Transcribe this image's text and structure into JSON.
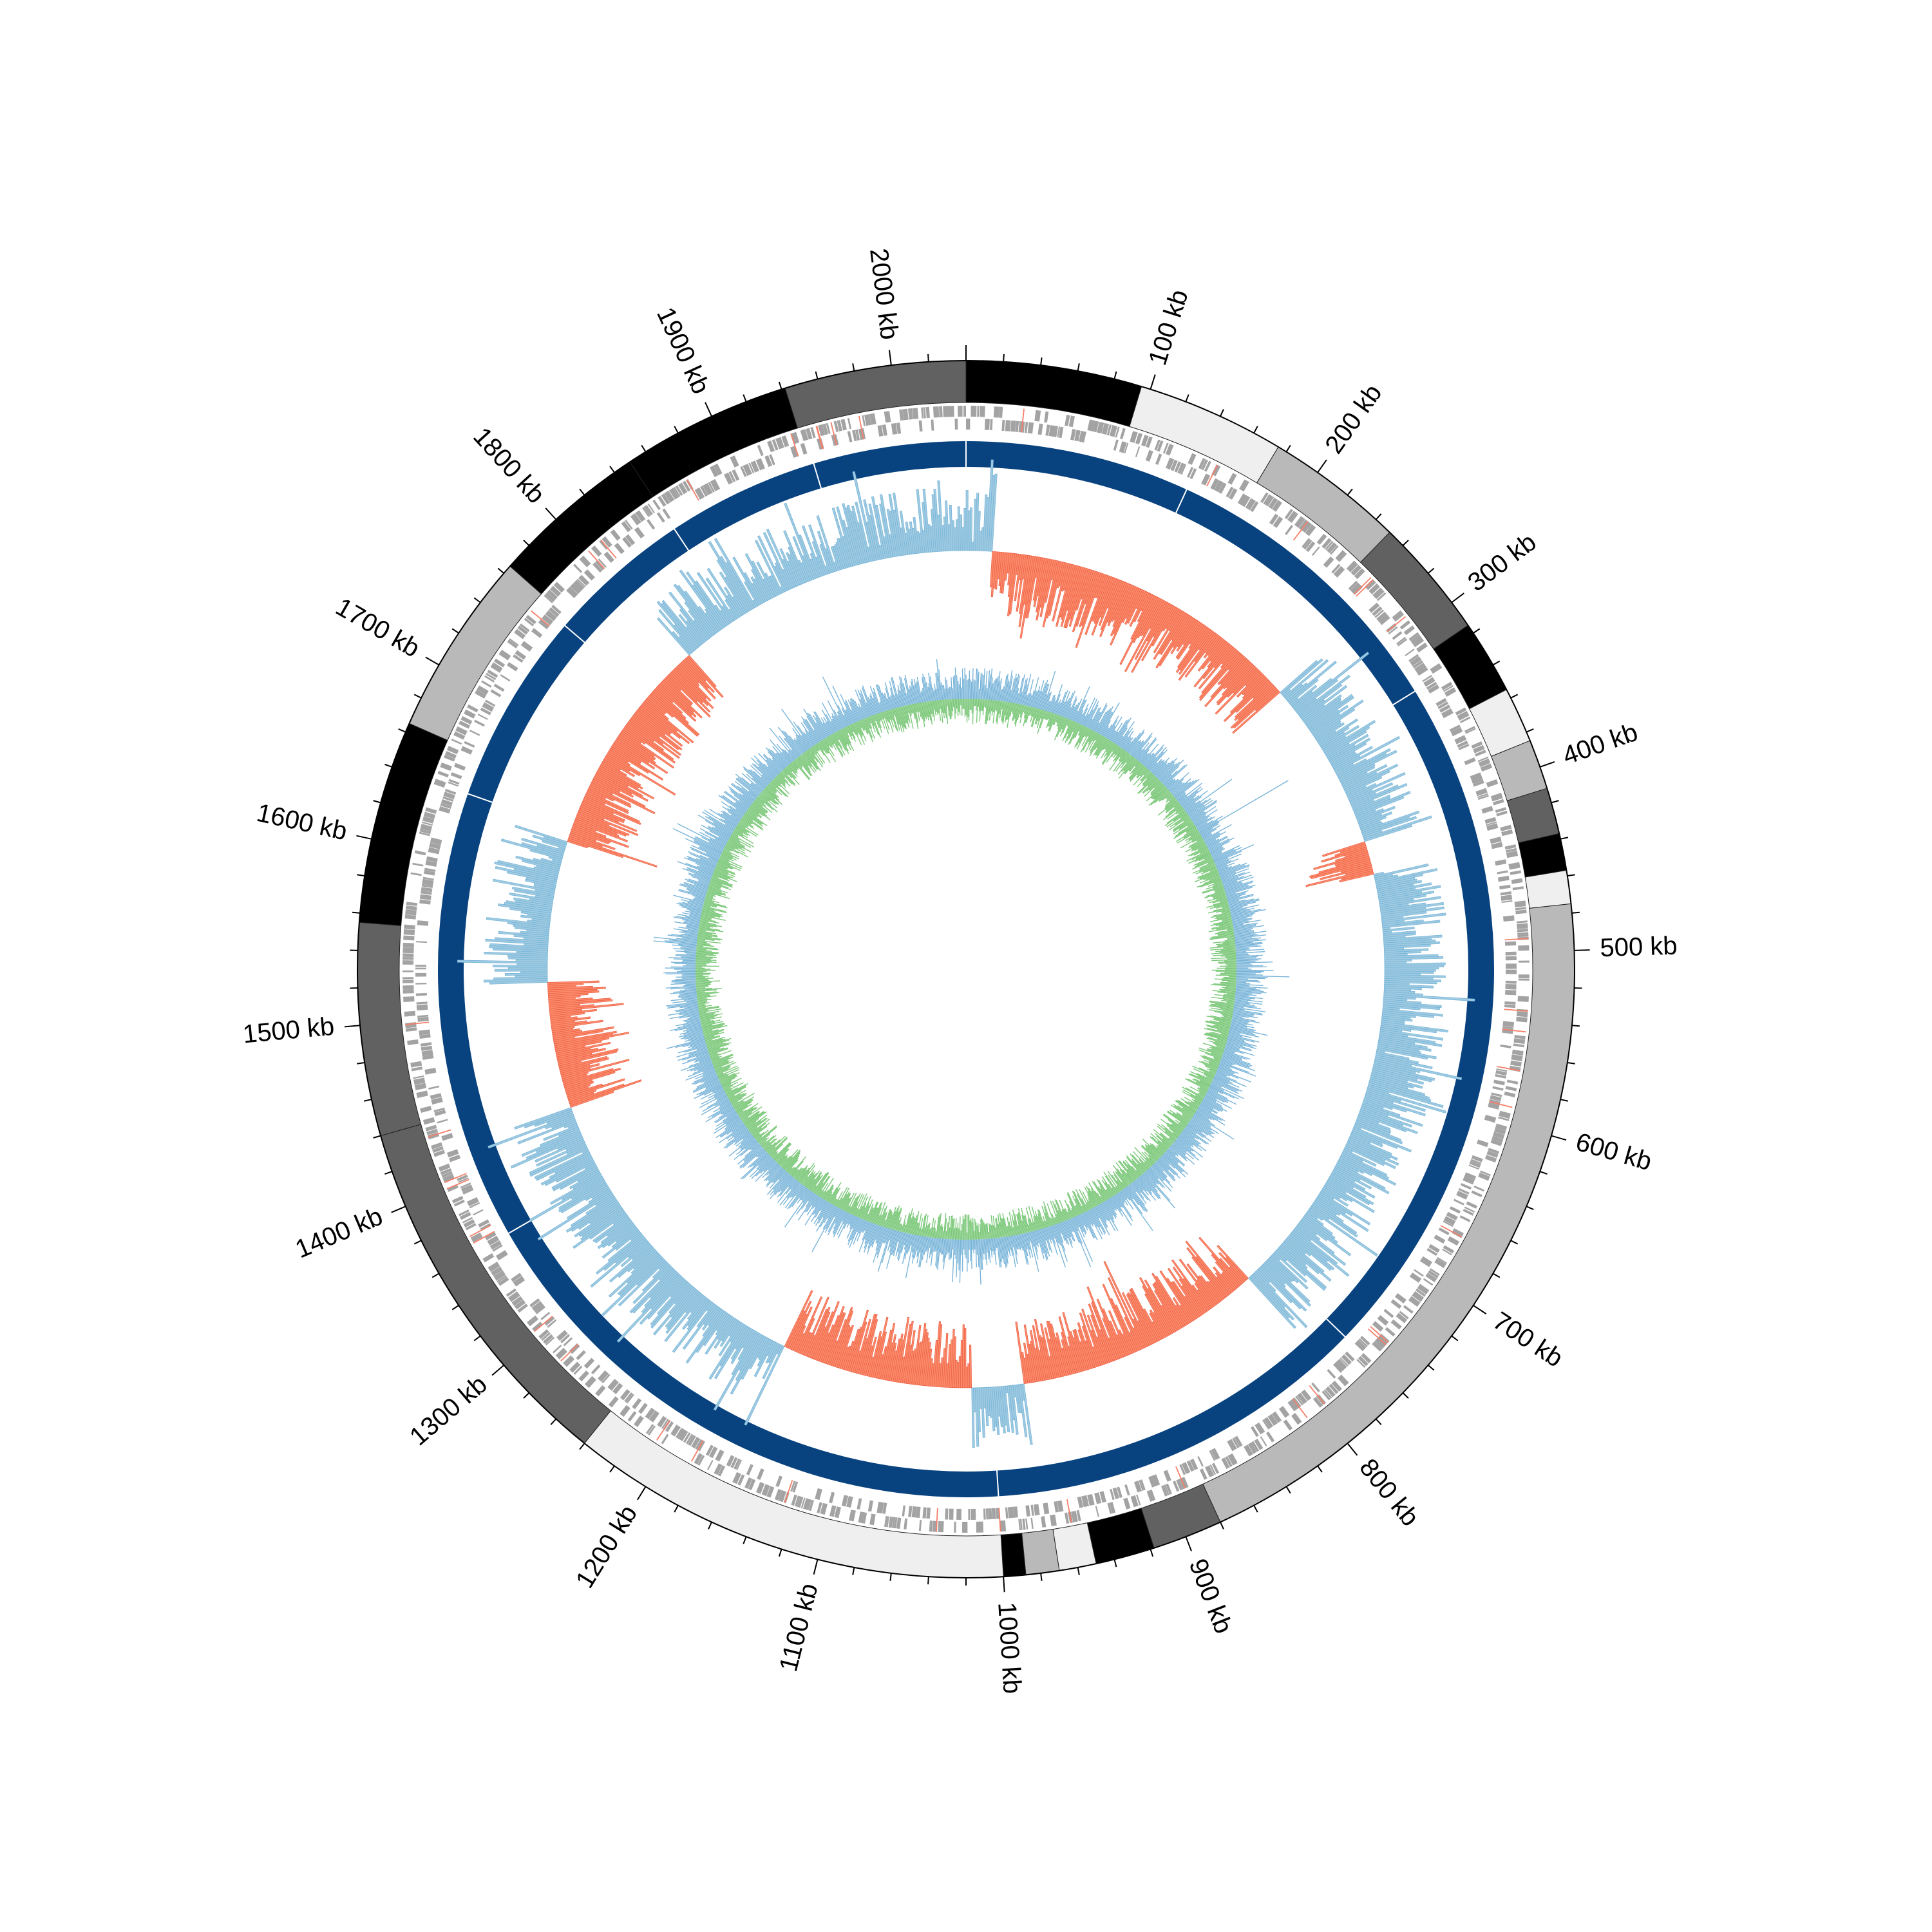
{
  "genome": {
    "total_kb": 2040,
    "unit": "kb",
    "major_tick_kb": 100,
    "minor_tick_kb": 20
  },
  "tick_labels": [
    "100 kb",
    "200 kb",
    "300 kb",
    "400 kb",
    "500 kb",
    "600 kb",
    "700 kb",
    "800 kb",
    "900 kb",
    "1000 kb",
    "1100 kb",
    "1200 kb",
    "1300 kb",
    "1400 kb",
    "1500 kb",
    "1600 kb",
    "1700 kb",
    "1800 kb",
    "1900 kb",
    "2000 kb"
  ],
  "contigs": {
    "colors": {
      "black": "#000000",
      "dark": "#616161",
      "mid": "#b9b9b9",
      "light": "#efefef"
    },
    "blocks": [
      {
        "start": 0,
        "end": 95,
        "shade": "black"
      },
      {
        "start": 95,
        "end": 175,
        "shade": "light"
      },
      {
        "start": 175,
        "end": 250,
        "shade": "mid"
      },
      {
        "start": 250,
        "end": 315,
        "shade": "dark"
      },
      {
        "start": 315,
        "end": 355,
        "shade": "black"
      },
      {
        "start": 355,
        "end": 385,
        "shade": "light"
      },
      {
        "start": 385,
        "end": 412,
        "shade": "mid"
      },
      {
        "start": 412,
        "end": 437,
        "shade": "dark"
      },
      {
        "start": 437,
        "end": 457,
        "shade": "black"
      },
      {
        "start": 457,
        "end": 475,
        "shade": "light"
      },
      {
        "start": 475,
        "end": 880,
        "shade": "mid"
      },
      {
        "start": 880,
        "end": 918,
        "shade": "dark"
      },
      {
        "start": 918,
        "end": 950,
        "shade": "black"
      },
      {
        "start": 950,
        "end": 970,
        "shade": "light"
      },
      {
        "start": 970,
        "end": 988,
        "shade": "mid"
      },
      {
        "start": 988,
        "end": 1000,
        "shade": "black"
      },
      {
        "start": 1000,
        "end": 1240,
        "shade": "light"
      },
      {
        "start": 1240,
        "end": 1440,
        "shade": "dark"
      },
      {
        "start": 1440,
        "end": 1555,
        "shade": "dark"
      },
      {
        "start": 1555,
        "end": 1665,
        "shade": "black"
      },
      {
        "start": 1665,
        "end": 1765,
        "shade": "mid"
      },
      {
        "start": 1765,
        "end": 1850,
        "shade": "black"
      },
      {
        "start": 1850,
        "end": 1942,
        "shade": "black"
      },
      {
        "start": 1942,
        "end": 2040,
        "shade": "dark"
      }
    ]
  },
  "gc_skew": {
    "positive_color": "#fb8a6a",
    "negative_color": "#9ecae1",
    "positive_ranges": [
      [
        20,
        275
      ],
      [
        410,
        435
      ],
      [
        780,
        975
      ],
      [
        1015,
        1165
      ],
      [
        1420,
        1520
      ],
      [
        1630,
        1805
      ]
    ]
  },
  "gc_content": {
    "above_color": "#7ab5d9",
    "below_color": "#7cc87a"
  },
  "colors": {
    "backbone": "#08427f",
    "genes": "#a3a3a3",
    "gene_marks": "#f5806b",
    "axis": "#000000"
  }
}
